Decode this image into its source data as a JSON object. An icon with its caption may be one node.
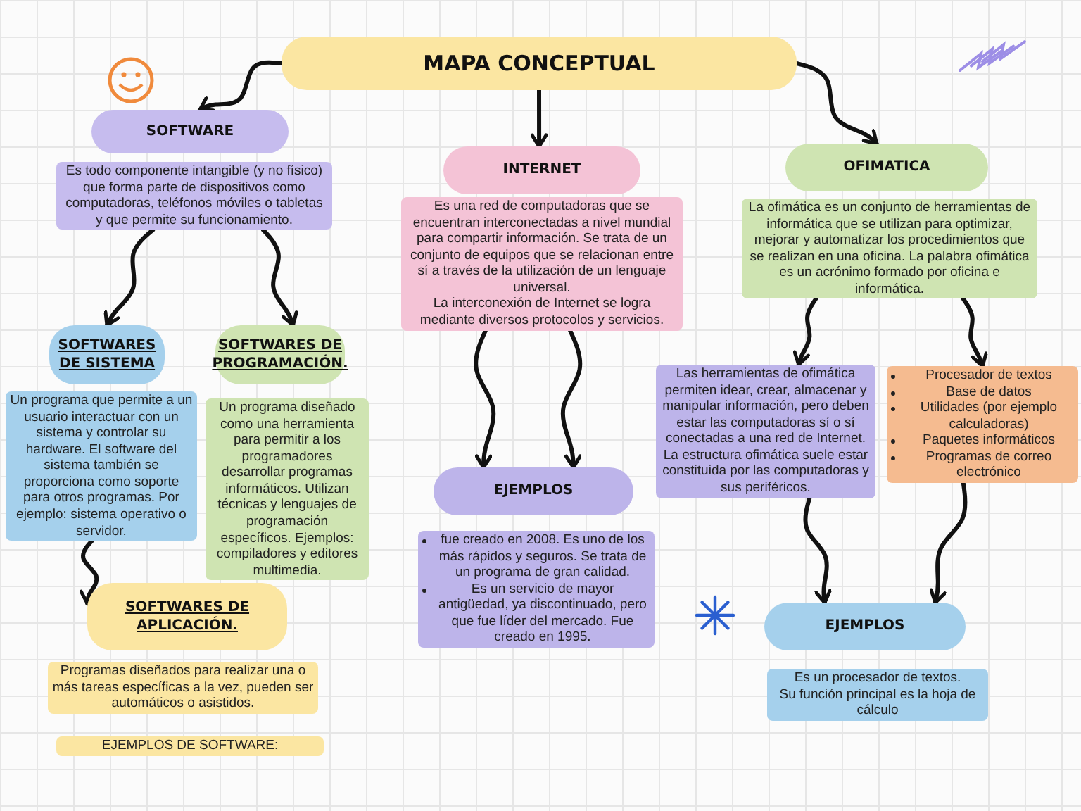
{
  "diagram": {
    "nodes": [
      {
        "text": [
          "MAPA CONCEPTUAL"
        ]
      },
      {
        "text": [
          "SOFTWARE"
        ]
      },
      {
        "text": [
          "Es todo componente intangible (y no físico) que forma parte de dispositivos como computadoras, teléfonos móviles o tabletas y que permite su funcionamiento."
        ]
      },
      {
        "text": [
          "SOFTWARES DE SISTEMA"
        ]
      },
      {
        "text": [
          "Un programa que permite a un usuario interactuar con un sistema y controlar su hardware. El software del sistema también se proporciona como soporte para otros programas. Por ejemplo: sistema operativo o servidor."
        ]
      },
      {
        "text": [
          "SOFTWARES DE PROGRAMACIÓN."
        ]
      },
      {
        "text": [
          "Un programa diseñado como una herramienta para permitir a los programadores desarrollar programas informáticos. Utilizan técnicas y lenguajes de programación específicos. Ejemplos: compiladores y editores multimedia."
        ]
      },
      {
        "text": [
          "SOFTWARES DE APLICACIÓN."
        ]
      },
      {
        "text": [
          "Programas diseñados para realizar una o más tareas específicas a la vez, pueden ser automáticos o asistidos."
        ]
      },
      {
        "text": [
          "EJEMPLOS DE SOFTWARE:"
        ]
      },
      {
        "text": [
          "INTERNET"
        ]
      },
      {
        "text": [
          "Es una red de computadoras que se encuentran interconectadas a nivel mundial para compartir información. Se trata de un conjunto de equipos que se relacionan entre sí a través de la utilización de un lenguaje universal.",
          "La interconexión de Internet se logra mediante diversos protocolos y servicios."
        ]
      },
      {
        "text": [
          "EJEMPLOS"
        ]
      },
      {
        "text": [
          "fue creado en 2008. Es uno de los más rápidos y seguros. Se trata de un programa de gran calidad.",
          "Es un servicio de mayor antigüedad, ya discontinuado, pero que fue líder del mercado. Fue creado en 1995."
        ]
      },
      {
        "text": [
          "OFIMATICA"
        ]
      },
      {
        "text": [
          "La ofimática es un conjunto de herramientas de informática que se utilizan para optimizar, mejorar y automatizar los procedimientos que se realizan en una oficina. La palabra ofimática es un acrónimo formado por oficina e informática."
        ]
      },
      {
        "text": [
          "Las herramientas de ofimática permiten idear, crear, almacenar y manipular información, pero deben estar las computadoras sí o sí conectadas a una red de Internet. La estructura ofimática suele estar constituida por las computadoras y sus periféricos."
        ]
      },
      {
        "text": [
          "Procesador de textos",
          "Base de datos",
          "Utilidades (por ejemplo calculadoras)",
          "Paquetes informáticos",
          "Programas de correo electrónico"
        ]
      },
      {
        "text": [
          "EJEMPLOS"
        ]
      },
      {
        "text": [
          "Es un procesador de textos.",
          "Su función principal es la hoja de cálculo"
        ]
      }
    ],
    "edges": [
      {
        "from": 0,
        "to": 1,
        "arrow": "to"
      },
      {
        "from": 0,
        "to": 10,
        "arrow": "to"
      },
      {
        "from": 0,
        "to": 14,
        "arrow": "to"
      },
      {
        "from": 2,
        "to": 3,
        "arrow": "to"
      },
      {
        "from": 2,
        "to": 5,
        "arrow": "to"
      },
      {
        "from": 4,
        "to": 7,
        "arrow": "to"
      },
      {
        "from": 11,
        "to": 12,
        "arrow": "to"
      },
      {
        "from": 11,
        "to": 12,
        "arrow": "to"
      },
      {
        "from": 15,
        "to": 16,
        "arrow": "to"
      },
      {
        "from": 15,
        "to": 17,
        "arrow": "to"
      },
      {
        "from": 16,
        "to": 18,
        "arrow": "to"
      },
      {
        "from": 17,
        "to": 18,
        "arrow": "to"
      }
    ]
  }
}
